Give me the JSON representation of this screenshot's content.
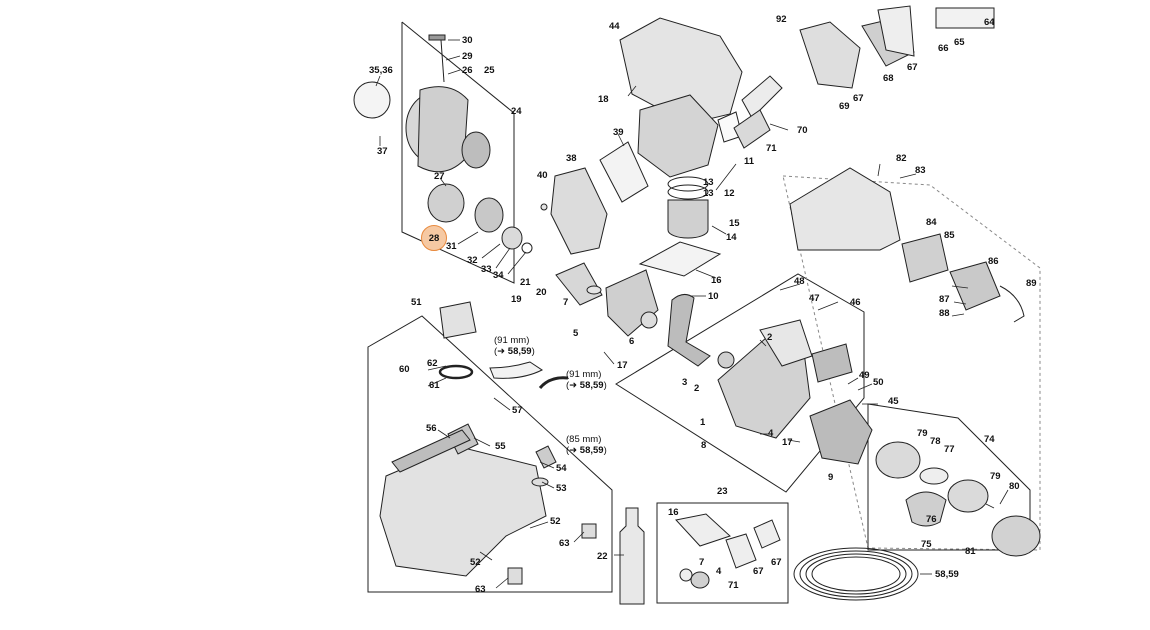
{
  "highlighted_callout": "28",
  "callouts": {
    "c30": "30",
    "c29": "29",
    "c26": "26",
    "c25": "25",
    "c3536": "35,36",
    "c24": "24",
    "c37": "37",
    "c27": "27",
    "c31": "31",
    "c32": "32",
    "c33": "33",
    "c34": "34",
    "c44": "44",
    "c18": "18",
    "c39": "39",
    "c38": "38",
    "c40": "40",
    "c11": "11",
    "c71": "71",
    "c13a": "13",
    "c13b": "13",
    "c12": "12",
    "c15": "15",
    "c14": "14",
    "c21": "21",
    "c20": "20",
    "c19": "19",
    "c7": "7",
    "c16": "16",
    "c10": "10",
    "c5": "5",
    "c6": "6",
    "c17a": "17",
    "c92": "92",
    "c64": "64",
    "c65": "65",
    "c66": "66",
    "c67a": "67",
    "c67b": "67",
    "c68": "68",
    "c69": "69",
    "c70": "70",
    "c82": "82",
    "c83": "83",
    "c84": "84",
    "c85": "85",
    "c86": "86",
    "c89": "89",
    "c87": "87",
    "c88": "88",
    "c48": "48",
    "c47": "47",
    "c46": "46",
    "c2a": "2",
    "c3": "3",
    "c2b": "2",
    "c49": "49",
    "c50": "50",
    "c45": "45",
    "c1": "1",
    "c4": "4",
    "c17b": "17",
    "c8": "8",
    "c9": "9",
    "c79a": "79",
    "c78": "78",
    "c77": "77",
    "c74": "74",
    "c79b": "79",
    "c80": "80",
    "c76": "76",
    "c75": "75",
    "c81": "81",
    "c51": "51",
    "c60": "60",
    "c62": "62",
    "c61": "61",
    "c57": "57",
    "c56": "56",
    "c55": "55",
    "c54": "54",
    "c53": "53",
    "c52a": "52",
    "c52b": "52",
    "c63a": "63",
    "c63b": "63",
    "c22": "22",
    "c23": "23",
    "c16b": "16",
    "c7b": "7",
    "c4b": "4",
    "c71b": "71",
    "c67c": "67",
    "c67d": "67",
    "c5859": "58,59"
  },
  "notes": {
    "hose1_len": "(91 mm)",
    "hose1_ref": "58,59",
    "hose2_len": "(91 mm)",
    "hose2_ref": "58,59",
    "hose3_len": "(85 mm)",
    "hose3_ref": "58,59",
    "arrow": "➜"
  }
}
